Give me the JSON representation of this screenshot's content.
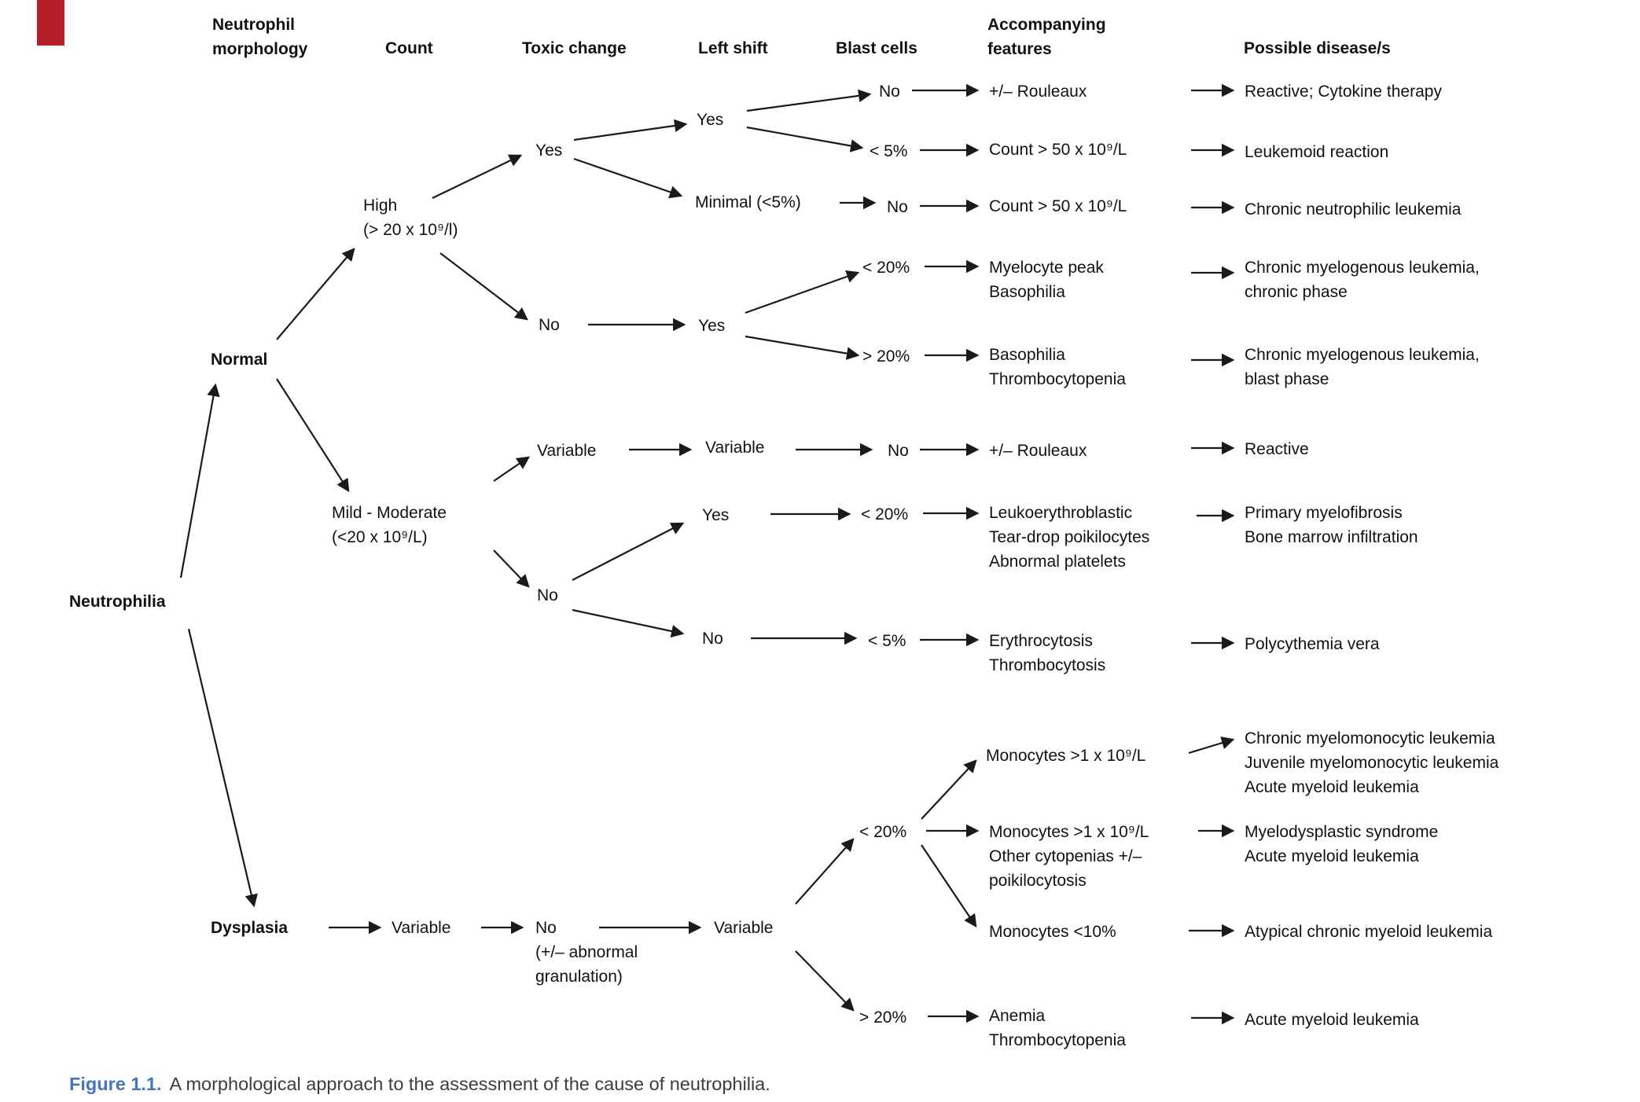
{
  "figure": {
    "caption_label": "Figure 1.1.",
    "caption_text": "A morphological approach to the assessment of the cause of neutrophilia."
  },
  "colors": {
    "caption_accent_blue": "#4576b8",
    "corner_tab_red": "#b42025",
    "diagram_text": "#111111"
  },
  "headers": {
    "neutrophil_morphology": "Neutrophil\nmorphology",
    "count": "Count",
    "toxic_change": "Toxic change",
    "left_shift": "Left shift",
    "blast_cells": "Blast cells",
    "accompanying_features": "Accompanying\nfeatures",
    "possible_diseases": "Possible disease/s"
  },
  "nodes": {
    "root": "Neutrophilia",
    "morphology_normal": "Normal",
    "morphology_dysplasia": "Dysplasia",
    "count_high": "High\n(> 20 x 10⁹/l)",
    "count_mild_moderate": "Mild - Moderate\n(<20 x 10⁹/L)",
    "count_variable": "Variable",
    "toxic_yes": "Yes",
    "toxic_no_high": "No",
    "toxic_variable": "Variable",
    "toxic_no_mild": "No",
    "toxic_no_dysplasia": "No\n(+/– abnormal\ngranulation)",
    "shift_yes_toxic": "Yes",
    "shift_minimal": "Minimal (<5%)",
    "shift_yes_cml": "Yes",
    "shift_variable_mild": "Variable",
    "shift_yes_mild": "Yes",
    "shift_no_mild": "No",
    "shift_variable_dysplasia": "Variable",
    "blast_no_reactive": "No",
    "blast_lt5_leukemoid": "< 5%",
    "blast_no_cnl": "No",
    "blast_lt20_cml_chronic": "< 20%",
    "blast_gt20_cml_blast": "> 20%",
    "blast_no_mild_reactive": "No",
    "blast_lt20_myelofibrosis": "< 20%",
    "blast_lt5_polycythemia": "< 5%",
    "blast_lt20_dysplasia": "< 20%",
    "blast_gt20_dysplasia": "> 20%"
  },
  "features": {
    "rouleaux_reactive": "+/– Rouleaux",
    "count_gt50_leukemoid": "Count > 50 x 10⁹/L",
    "count_gt50_cnl": "Count > 50 x 10⁹/L",
    "myelocyte_basophilia": "Myelocyte peak\nBasophilia",
    "basophilia_thrombocytopenia": "Basophilia\nThrombocytopenia",
    "rouleaux_mild": "+/– Rouleaux",
    "leukoerythroblastic": "Leukoerythroblastic\nTear-drop poikilocytes\nAbnormal platelets",
    "erythrocytosis_thrombocytosis": "Erythrocytosis\nThrombocytosis",
    "monocytes_gt1": "Monocytes >1 x 10⁹/L",
    "monocytes_gt1_cytopenias": "Monocytes >1 x 10⁹/L\nOther cytopenias +/–\npoikilocytosis",
    "monocytes_lt10": "Monocytes <10%",
    "anemia_thrombocytopenia": "Anemia\nThrombocytopenia"
  },
  "diseases": {
    "reactive_cytokine": "Reactive; Cytokine therapy",
    "leukemoid_reaction": "Leukemoid reaction",
    "chronic_neutrophilic_leukemia": "Chronic neutrophilic leukemia",
    "cml_chronic_phase": "Chronic myelogenous leukemia,\nchronic phase",
    "cml_blast_phase": "Chronic myelogenous leukemia,\nblast phase",
    "reactive": "Reactive",
    "myelofibrosis_infiltration": "Primary myelofibrosis\nBone marrow infiltration",
    "polycythemia_vera": "Polycythemia vera",
    "cmml_jmml_aml": "Chronic myelomonocytic leukemia\nJuvenile myelomonocytic leukemia\nAcute myeloid leukemia",
    "mds_aml": "Myelodysplastic syndrome\nAcute myeloid leukemia",
    "atypical_cml": "Atypical chronic myeloid leukemia",
    "aml": "Acute myeloid leukemia"
  }
}
